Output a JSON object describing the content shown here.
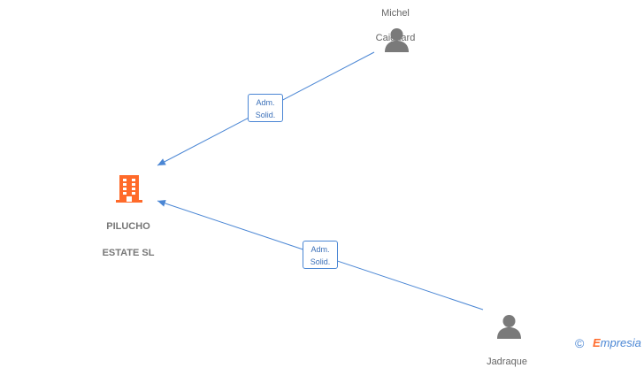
{
  "nodes": {
    "company": {
      "line1": "PILUCHO",
      "line2": "ESTATE  SL",
      "color": "#ff6a2a"
    },
    "person_top": {
      "name_line1": "Michel",
      "name_line2": "Caignard",
      "color": "#7a7a7a"
    },
    "person_bottom": {
      "name_line1": "Jadraque",
      "color": "#7a7a7a"
    }
  },
  "edges": [
    {
      "line1": "Adm.",
      "line2": "Solid.",
      "color": "#4a86d4"
    },
    {
      "line1": "Adm.",
      "line2": "Solid.",
      "color": "#4a86d4"
    }
  ],
  "footer": {
    "copyright_symbol": "©",
    "brand_initial": "E",
    "brand_rest": "mpresia"
  }
}
